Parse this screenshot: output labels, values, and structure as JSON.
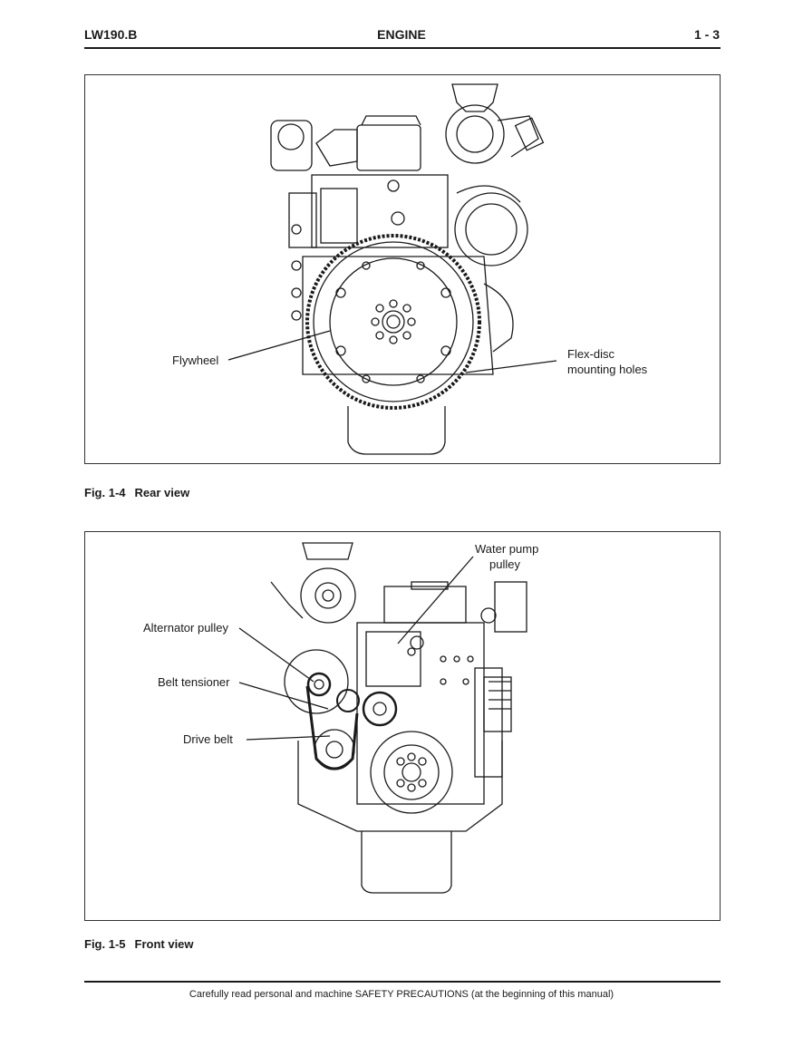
{
  "header": {
    "left": "LW190.B",
    "center": "ENGINE",
    "right": "1 - 3"
  },
  "fig_rear": {
    "number": "Fig. 1-4",
    "title": "Rear view",
    "labels": {
      "flywheel": "Flywheel",
      "flex_disc_line1": "Flex-disc",
      "flex_disc_line2": "mounting holes"
    }
  },
  "fig_front": {
    "number": "Fig. 1-5",
    "title": "Front view",
    "labels": {
      "water_pump_line1": "Water pump",
      "water_pump_line2": "pulley",
      "alternator_pulley": "Alternator pulley",
      "belt_tensioner": "Belt tensioner",
      "drive_belt": "Drive belt"
    }
  },
  "footer": {
    "text": "Carefully read personal and machine SAFETY PRECAUTIONS (at the beginning of this manual)"
  }
}
